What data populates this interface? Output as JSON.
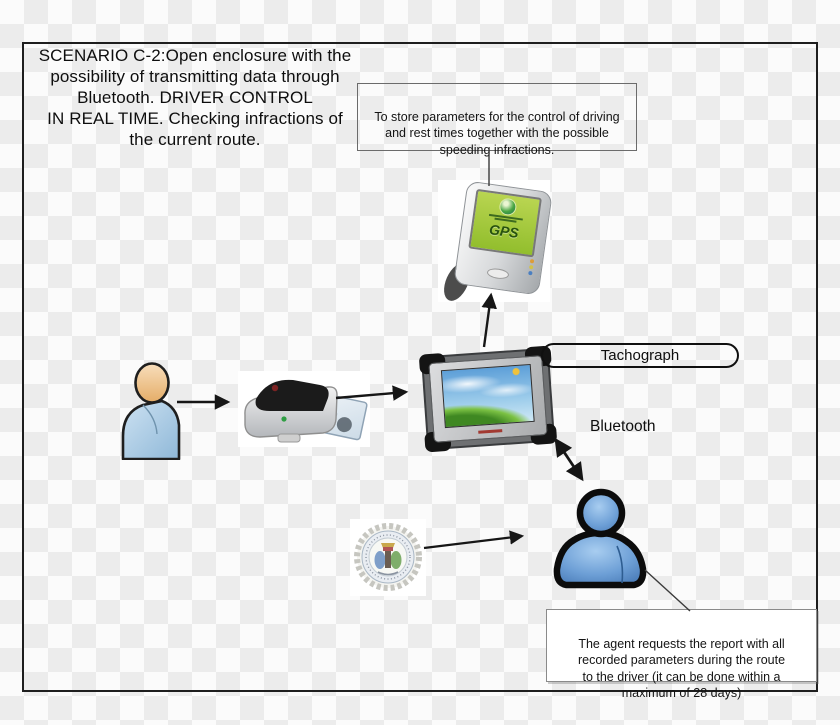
{
  "scenario": {
    "title_lines": [
      "SCENARIO C-2:Open enclosure with the",
      "possibility of transmitting data through",
      "Bluetooth. DRIVER CONTROL",
      "IN REAL TIME. Checking infractions of",
      "the current route."
    ]
  },
  "callouts": {
    "gps_note_lines": [
      "To store parameters for the control of driving",
      "and rest times together with the possible",
      "speeding infractions."
    ],
    "agent_note_lines": [
      "The agent requests the report with all",
      "recorded parameters during the route",
      "to the driver (it can be done within a",
      "maximum of 28 days)"
    ]
  },
  "labels": {
    "tachograph": "Tachograph",
    "bluetooth": "Bluetooth",
    "gps_screen": "GPS"
  },
  "icons": {
    "gps_device": "handheld-gps-receiver",
    "tachograph_device": "rugged-tablet-windows-xp",
    "card_reader": "smartcard-reader-with-card",
    "driver": "driver-person-figure",
    "agent": "agent-person-figure",
    "badge": "authority-badge-seal"
  },
  "colors": {
    "frame_border": "#1e1e1e",
    "checker_gray": "#ececec",
    "gps_screen_green": "#9cc43a",
    "xp_sky": "#5d9fd8",
    "xp_hill": "#3f8822",
    "driver_body_blue": "#b7d4ea",
    "agent_blue": "#5f93cd"
  }
}
